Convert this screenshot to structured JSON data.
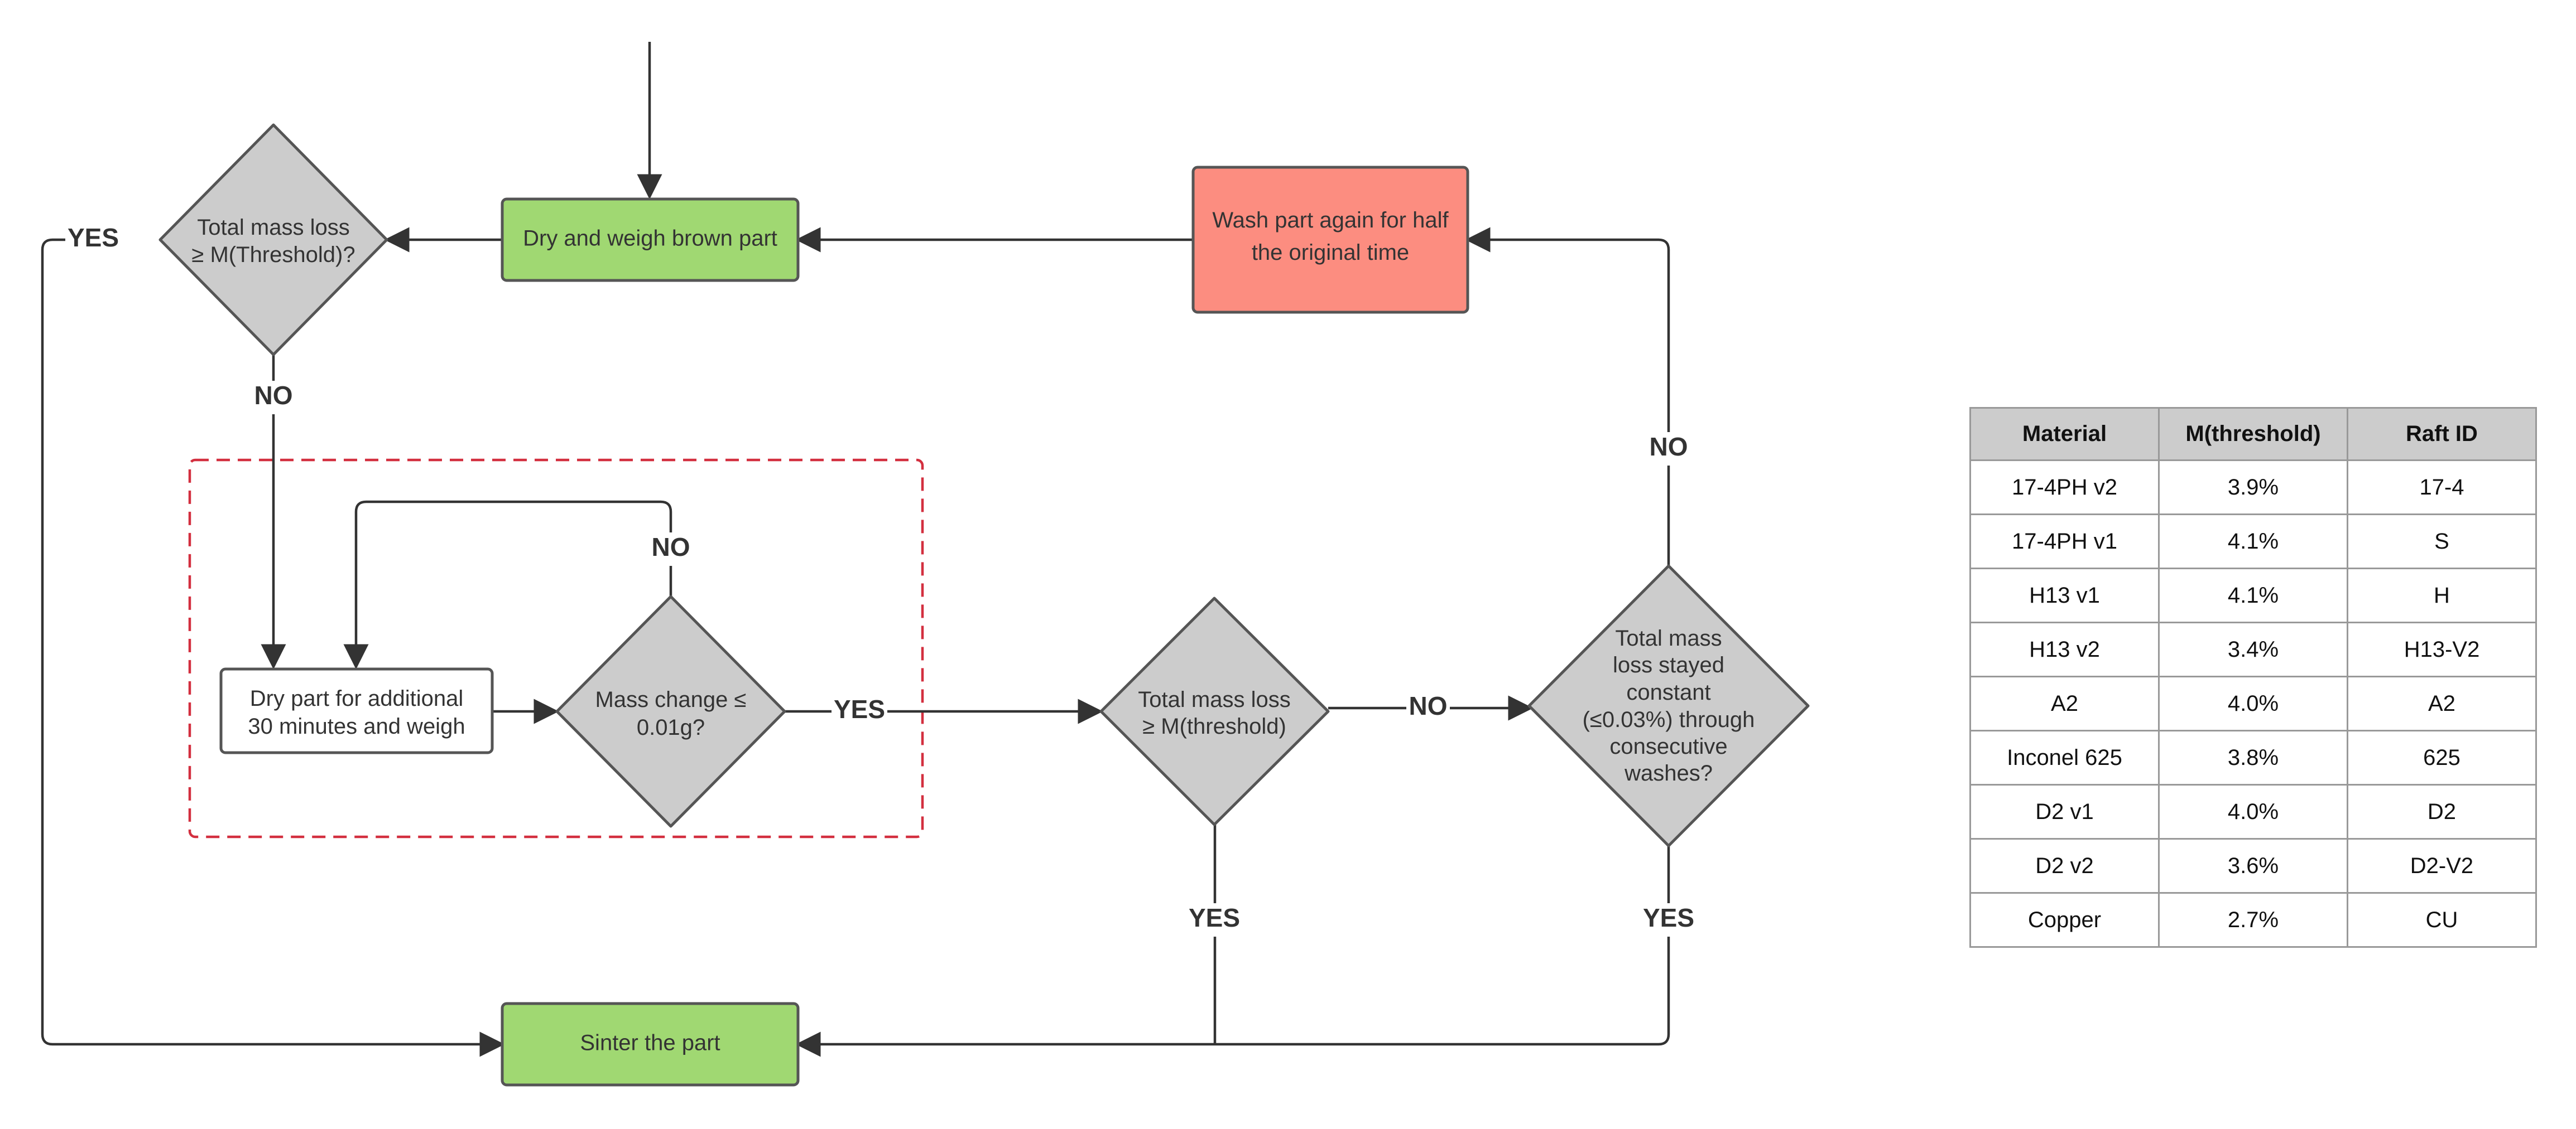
{
  "nodes": {
    "dry_weigh_brown": "Dry and weigh brown part",
    "wash_again_line1": "Wash part again for half",
    "wash_again_line2": "the original time",
    "total_loss_top_line1": "Total mass loss",
    "total_loss_top_line2": "≥ M(Threshold)?",
    "dry_additional_line1": "Dry part for additional",
    "dry_additional_line2": "30 minutes and weigh",
    "mass_change_line1": "Mass change ≤",
    "mass_change_line2": "0.01g?",
    "total_loss_mid_line1": "Total mass loss",
    "total_loss_mid_line2": "≥ M(threshold)",
    "constant_line1": "Total mass",
    "constant_line2": "loss stayed",
    "constant_line3": "constant",
    "constant_line4": "(≤0.03%) through",
    "constant_line5": "consecutive",
    "constant_line6": "washes?",
    "sinter": "Sinter the part"
  },
  "edge_labels": {
    "top_yes": "YES",
    "top_no": "NO",
    "inner_no": "NO",
    "inner_yes": "YES",
    "mid_no": "NO",
    "mid_yes": "YES",
    "constant_no": "NO",
    "constant_yes": "YES"
  },
  "colors": {
    "green": "#a0d872",
    "red": "#fc8d80",
    "diamond_gray": "#cccccc",
    "dashed_red": "#d32f3f",
    "line": "#333333"
  },
  "table": {
    "headers": [
      "Material",
      "M(threshold)",
      "Raft ID"
    ],
    "rows": [
      [
        "17-4PH v2",
        "3.9%",
        "17-4"
      ],
      [
        "17-4PH v1",
        "4.1%",
        "S"
      ],
      [
        "H13 v1",
        "4.1%",
        "H"
      ],
      [
        "H13 v2",
        "3.4%",
        "H13-V2"
      ],
      [
        "A2",
        "4.0%",
        "A2"
      ],
      [
        "Inconel 625",
        "3.8%",
        "625"
      ],
      [
        "D2 v1",
        "4.0%",
        "D2"
      ],
      [
        "D2 v2",
        "3.6%",
        "D2-V2"
      ],
      [
        "Copper",
        "2.7%",
        "CU"
      ]
    ]
  }
}
